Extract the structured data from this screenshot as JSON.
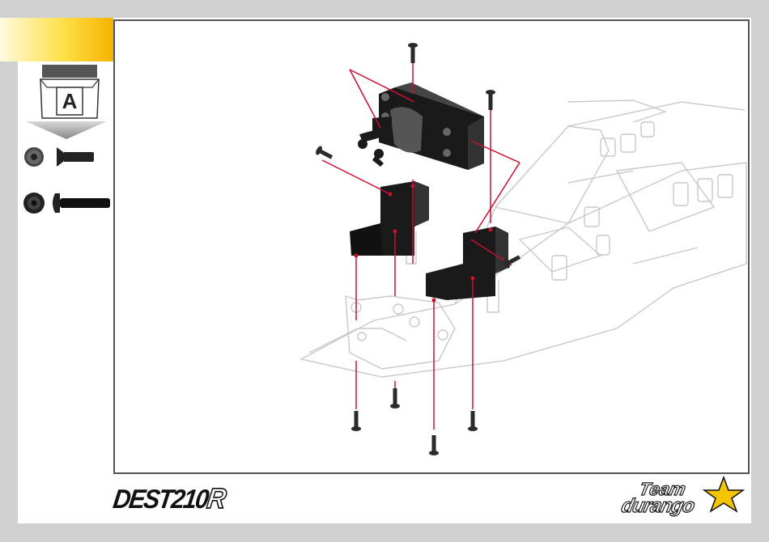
{
  "sidebar": {
    "bag_label": "A",
    "hardware": [
      {
        "name": "countersunk-screw-short"
      },
      {
        "name": "button-head-screw-long"
      }
    ]
  },
  "footer": {
    "product_logo_main": "DEST210",
    "product_logo_suffix": "R",
    "brand_line1": "Team",
    "brand_line2": "durango"
  },
  "colors": {
    "tab_yellow": "#ffd21a",
    "guide_line_red": "#c8102e",
    "part_black": "#1a1a1a",
    "background_gray": "#cfd0cf"
  }
}
